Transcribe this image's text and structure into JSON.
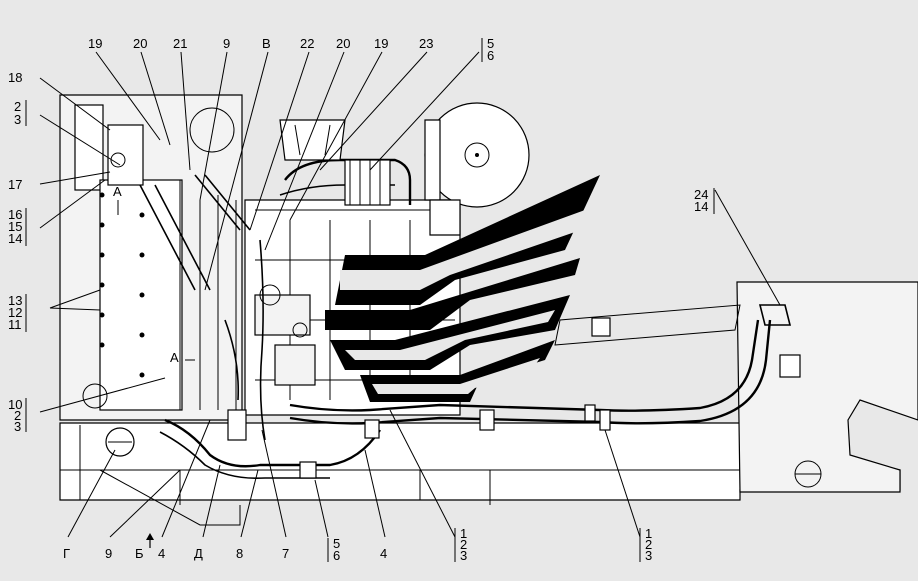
{
  "background": "#e8e8e8",
  "ink": "#000000",
  "labels_top": [
    "19",
    "20",
    "21",
    "9",
    "В",
    "22",
    "20",
    "19",
    "23"
  ],
  "labels_top_right_stack": [
    "5",
    "6"
  ],
  "labels_left_single": [
    "18",
    "17"
  ],
  "labels_left_stacks": [
    [
      "2",
      "3"
    ],
    [
      "16",
      "15",
      "14"
    ],
    [
      "13",
      "12",
      "11"
    ],
    [
      "10",
      "2",
      "3"
    ]
  ],
  "labels_right_stack": [
    "24",
    "14"
  ],
  "labels_bottom": [
    "Г",
    "9",
    "Б",
    "4",
    "Д",
    "8",
    "7",
    "4"
  ],
  "labels_bottom_stacks": [
    [
      "5",
      "6"
    ],
    [
      "1",
      "2",
      "3"
    ],
    [
      "1",
      "2",
      "3"
    ]
  ],
  "view_markers": [
    "А",
    "А"
  ]
}
